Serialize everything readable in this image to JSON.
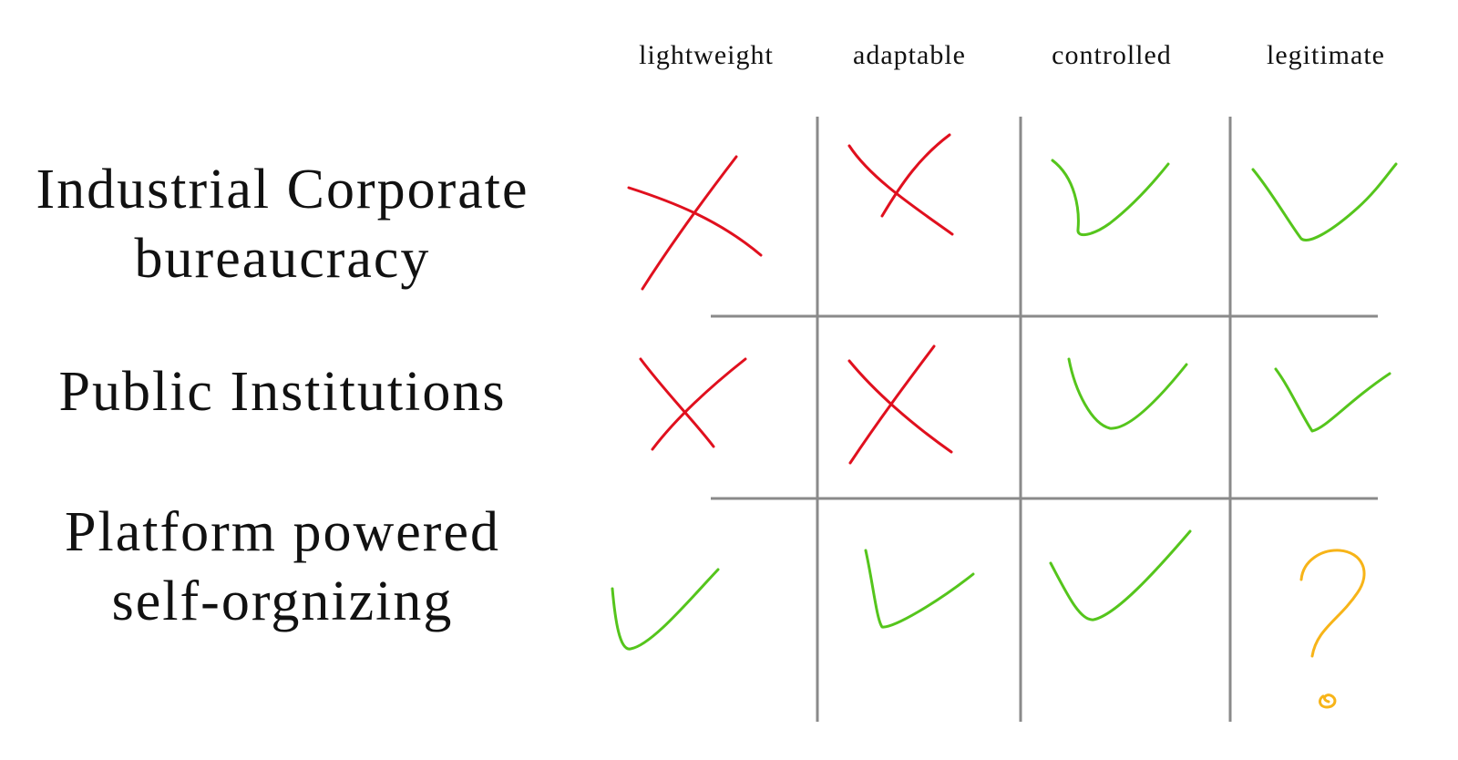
{
  "columns": [
    "lightweight",
    "adaptable",
    "controlled",
    "legitimate"
  ],
  "rows": [
    {
      "lines": [
        "Industrial Corporate",
        "bureaucracy"
      ]
    },
    {
      "lines": [
        "Public Institutions"
      ]
    },
    {
      "lines": [
        "Platform powered",
        "self-orgnizing"
      ]
    }
  ],
  "marks": [
    [
      "cross",
      "cross",
      "check",
      "check"
    ],
    [
      "cross",
      "cross",
      "check",
      "check"
    ],
    [
      "check",
      "check",
      "check",
      "question"
    ]
  ],
  "colors": {
    "cross": "#e0101e",
    "check": "#55c51c",
    "question": "#f7b418",
    "grid": "#8a8a8a",
    "text": "#111111"
  }
}
